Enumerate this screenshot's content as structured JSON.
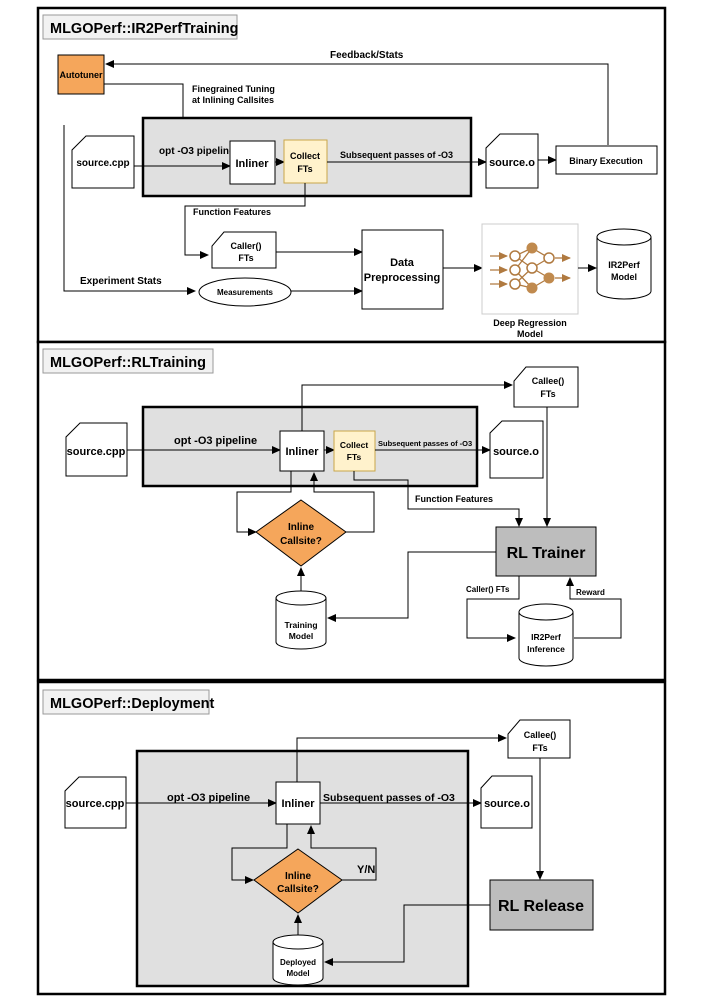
{
  "panel1": {
    "title": "MLGOPerf::IR2PerfTraining",
    "autotuner": "Autotuner",
    "feedback": "Feedback/Stats",
    "tuning_line1": "Finegrained Tuning",
    "tuning_line2": "at Inlining Callsites",
    "source": "source.cpp",
    "pipeline": "opt -O3 pipeline",
    "inliner": "Inliner",
    "collect_line1": "Collect",
    "collect_line2": "FTs",
    "subsequent": "Subsequent passes of -O3",
    "output": "source.o",
    "binary": "Binary Execution",
    "function_features": "Function Features",
    "caller_line1": "Caller()",
    "caller_line2": "FTs",
    "experiment_stats": "Experiment Stats",
    "measurements": "Measurements",
    "data_line1": "Data",
    "data_line2": "Preprocessing",
    "dr_line1": "Deep Regression",
    "dr_line2": "Model",
    "ir2perf_line1": "IR2Perf",
    "ir2perf_line2": "Model"
  },
  "panel2": {
    "title": "MLGOPerf::RLTraining",
    "callee_line1": "Callee()",
    "callee_line2": "FTs",
    "source": "source.cpp",
    "pipeline": "opt -O3 pipeline",
    "inliner": "Inliner",
    "collect_line1": "Collect",
    "collect_line2": "FTs",
    "subsequent": "Subsequent passes of -O3",
    "output": "source.o",
    "decision_line1": "Inline",
    "decision_line2": "Callsite?",
    "function_features": "Function Features",
    "trainer": "RL Trainer",
    "caller_fts": "Caller() FTs",
    "reward": "Reward",
    "training_line1": "Training",
    "training_line2": "Model",
    "inference_line1": "IR2Perf",
    "inference_line2": "Inference"
  },
  "panel3": {
    "title": "MLGOPerf::Deployment",
    "callee_line1": "Callee()",
    "callee_line2": "FTs",
    "source": "source.cpp",
    "pipeline": "opt -O3 pipeline",
    "inliner": "Inliner",
    "subsequent": "Subsequent passes of -O3",
    "output": "source.o",
    "decision_line1": "Inline",
    "decision_line2": "Callsite?",
    "yn": "Y/N",
    "release": "RL Release",
    "deployed_line1": "Deployed",
    "deployed_line2": "Model"
  },
  "colors": {
    "autotuner": "#f5a65b",
    "collect": "#fff2cc",
    "diamond": "#f5a65b",
    "pipeline_box": "#e0e0e0",
    "trainer": "#bdbdbd",
    "neural_node": "#c08a4e"
  }
}
